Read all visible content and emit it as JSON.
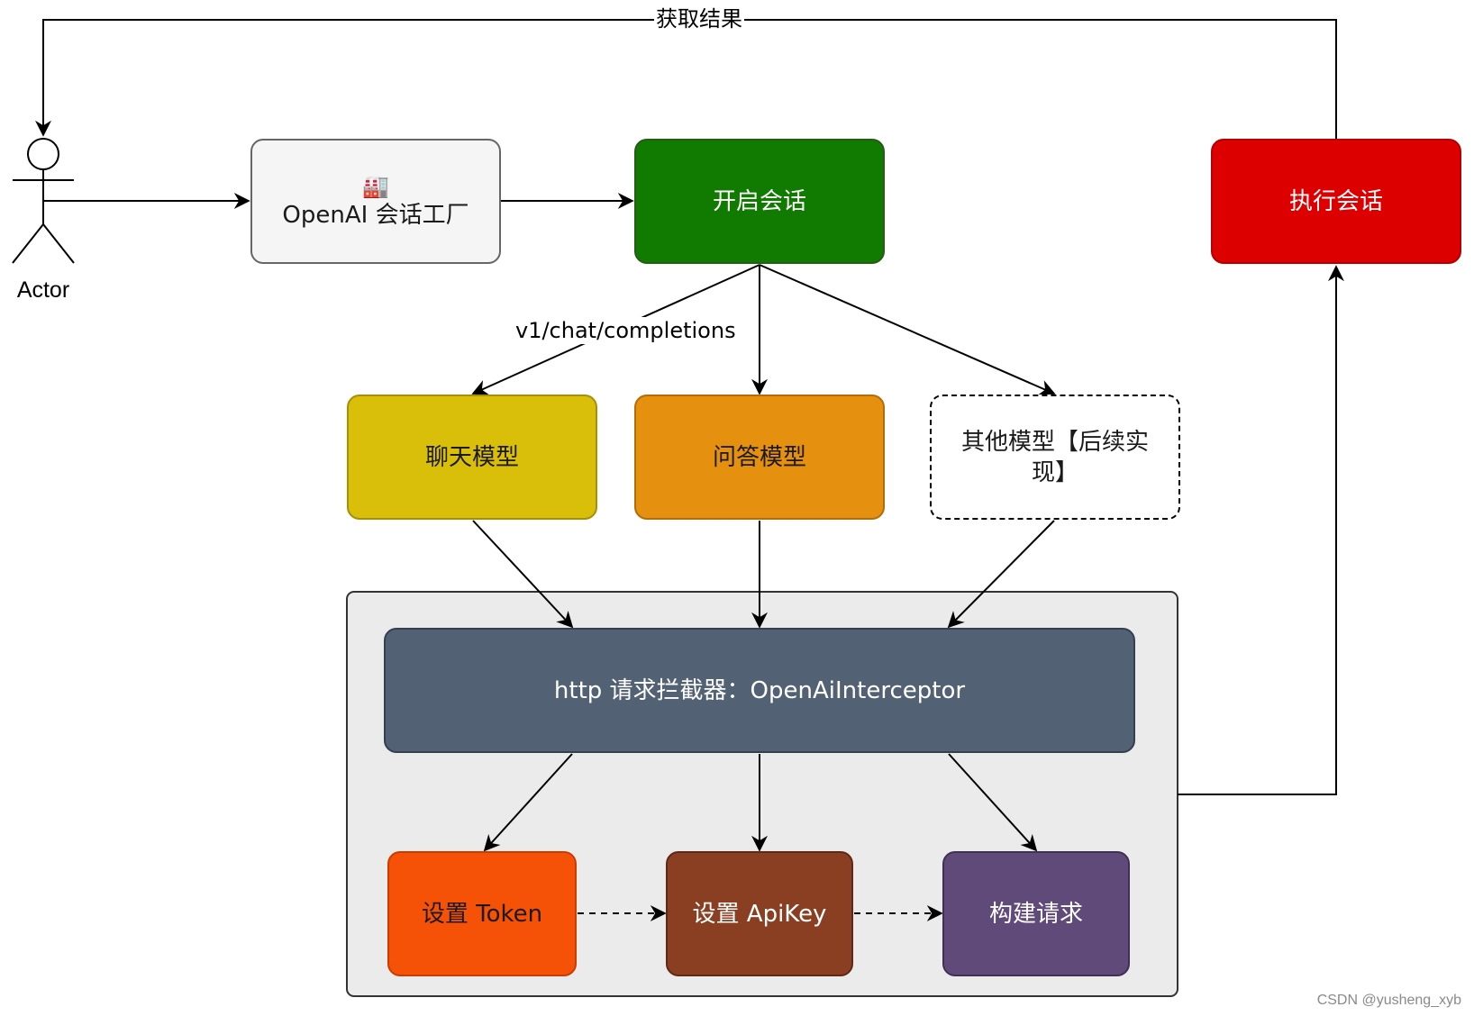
{
  "actor": {
    "label": "Actor"
  },
  "nodes": {
    "factory": {
      "icon": "🏭",
      "label": "OpenAI 会话工厂"
    },
    "open_session": {
      "label": "开启会话"
    },
    "exec_session": {
      "label": "执行会话"
    },
    "chat_model": {
      "label": "聊天模型"
    },
    "qa_model": {
      "label": "问答模型"
    },
    "other_model": {
      "label": "其他模型【后续实现】"
    },
    "interceptor": {
      "label": "http 请求拦截器：OpenAiInterceptor"
    },
    "set_token": {
      "label": "设置 Token"
    },
    "set_apikey": {
      "label": "设置 ApiKey"
    },
    "build_request": {
      "label": "构建请求"
    }
  },
  "edge_labels": {
    "get_result": "获取结果",
    "chat_endpoint": "v1/chat/completions"
  },
  "colors": {
    "factory": "#f5f5f5",
    "open_session": "#107b00",
    "exec_session": "#dd0000",
    "chat_model": "#d9bf09",
    "qa_model": "#e69010",
    "interceptor": "#536174",
    "group": "#ebebeb",
    "set_token": "#f55107",
    "set_apikey": "#8b3f22",
    "build_request": "#604a79"
  },
  "watermark": "CSDN @yusheng_xyb"
}
